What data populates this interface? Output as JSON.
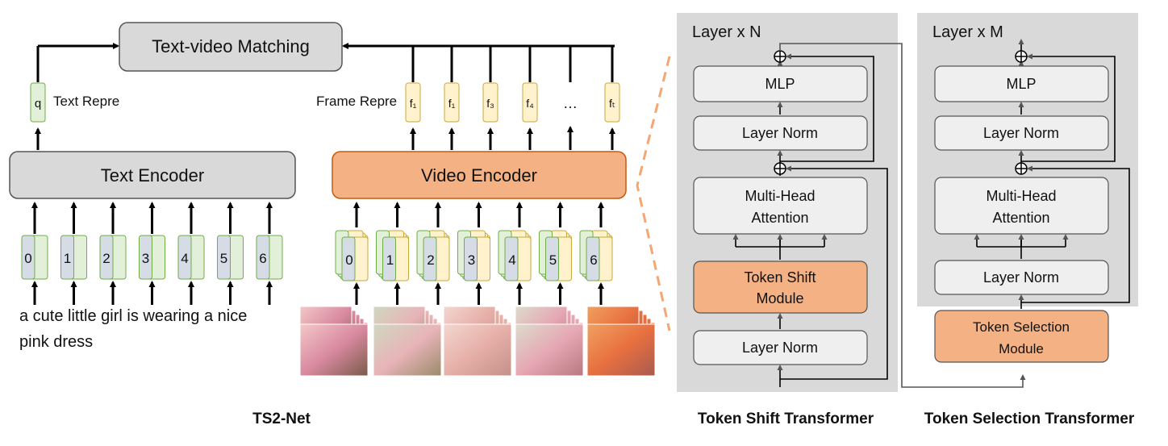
{
  "ts2net": {
    "matching_label": "Text-video Matching",
    "text_repr_token": "q",
    "text_repr_label": "Text Repre",
    "frame_repr_label": "Frame Repre",
    "frame_tokens": [
      "f₁",
      "f₁",
      "f₃",
      "f₄",
      "…",
      "fₜ"
    ],
    "text_encoder_label": "Text Encoder",
    "video_encoder_label": "Video Encoder",
    "word_tokens": [
      "0",
      "1",
      "2",
      "3",
      "4",
      "5",
      "6"
    ],
    "frame_indices": [
      "0",
      "1",
      "2",
      "3",
      "4",
      "5",
      "6"
    ],
    "caption_line1": "a cute little girl is wearing a nice",
    "caption_line2": "pink dress",
    "title": "TS2-Net"
  },
  "token_shift_transformer": {
    "layer_label": "Layer x N",
    "mlp_label": "MLP",
    "layer_norm_top_label": "Layer Norm",
    "attention_line1": "Multi-Head",
    "attention_line2": "Attention",
    "shift_line1": "Token Shift",
    "shift_line2": "Module",
    "layer_norm_bottom_label": "Layer Norm",
    "title": "Token Shift Transformer"
  },
  "token_selection_transformer": {
    "layer_label": "Layer x M",
    "mlp_label": "MLP",
    "layer_norm_top_label": "Layer Norm",
    "attention_line1": "Multi-Head",
    "attention_line2": "Attention",
    "layer_norm_bottom_label": "Layer Norm",
    "selection_line1": "Token Selection",
    "selection_line2": "Module",
    "title": "Token Selection Transformer"
  },
  "colors": {
    "gray_box": "#d9d9d9",
    "light_box": "#efefef",
    "orange_box": "#f4b183",
    "token_green": "#e2f0d9",
    "token_blue": "#d6dce5",
    "token_yellow": "#fff2cc",
    "panel_bg": "#d9d9d9"
  }
}
